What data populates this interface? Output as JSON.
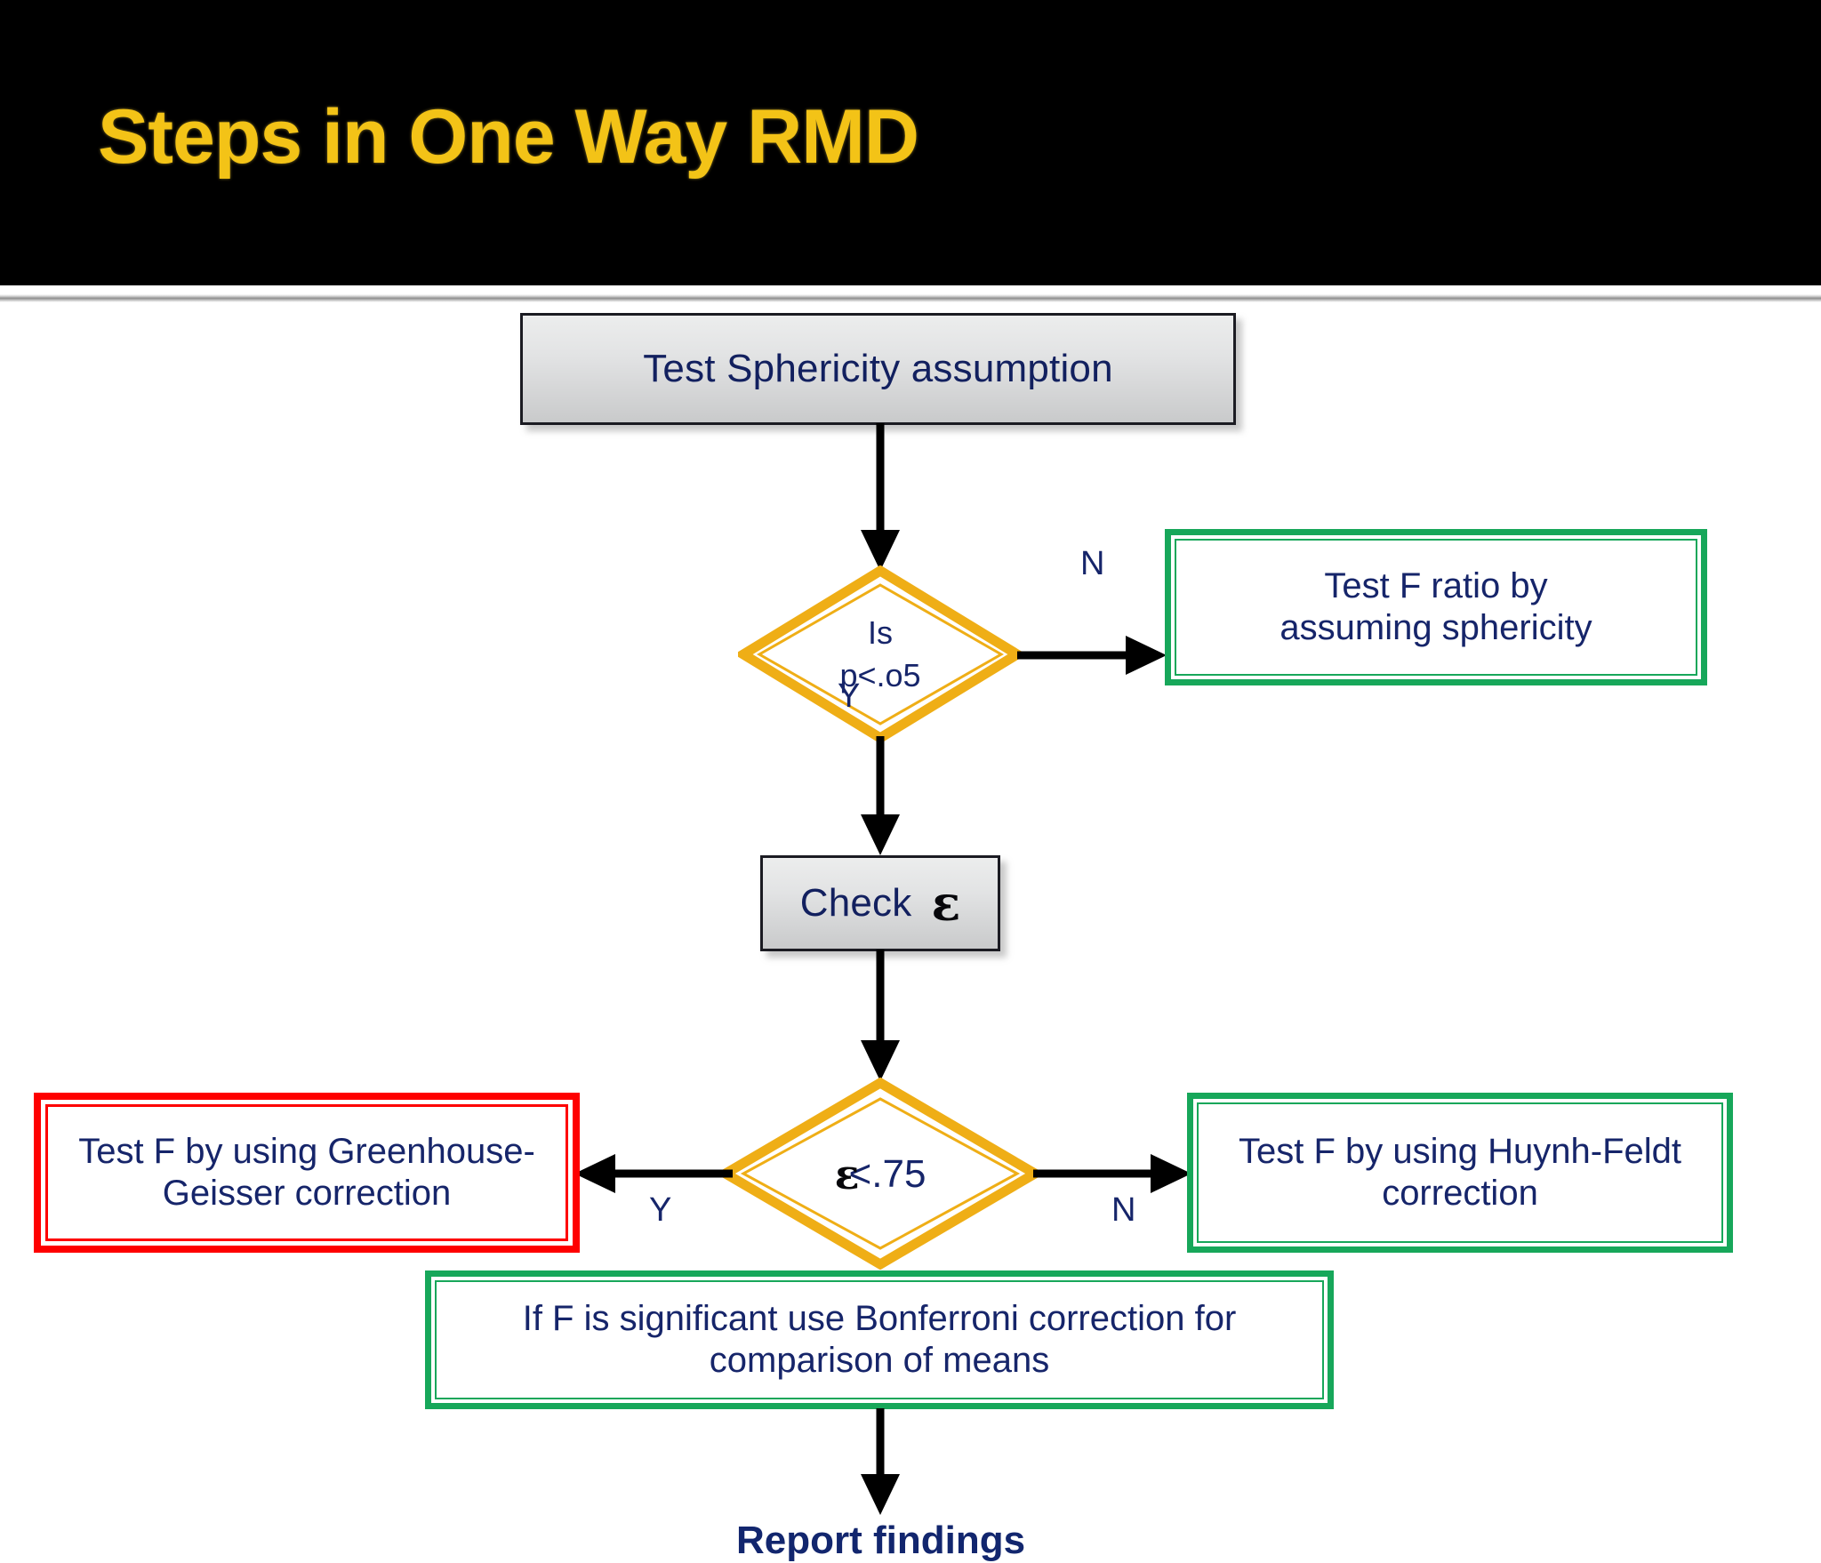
{
  "header": {
    "title": "Steps in One Way RMD",
    "title_color": "#f3c317",
    "background_color": "#000000"
  },
  "colors": {
    "text_navy": "#16256a",
    "diamond_gold": "#efae16",
    "box_green": "#17a75a",
    "box_red": "#fe0000",
    "connector_black": "#000000"
  },
  "flow": {
    "start_box": {
      "label": "Test Sphericity assumption"
    },
    "decision_1": {
      "line1": "Is",
      "line2": "p<.o5"
    },
    "decision_1_no_label": "N",
    "decision_1_yes_label": "Y",
    "no_branch_box": {
      "label": "Test F ratio by\nassuming sphericity"
    },
    "check_box": {
      "label": "Check",
      "symbol": "ε"
    },
    "decision_2": {
      "symbol": "ε",
      "rest": "<.75"
    },
    "decision_2_yes_label": "Y",
    "decision_2_no_label": "N",
    "greenhouse_box": {
      "label": "Test F by using Greenhouse-\nGeisser correction"
    },
    "huynh_box": {
      "label": "Test F by using Huynh-Feldt\ncorrection"
    },
    "bonferroni_box": {
      "label": "If F is significant use Bonferroni correction  for\ncomparison   of means"
    },
    "final": {
      "label": "Report findings"
    }
  }
}
